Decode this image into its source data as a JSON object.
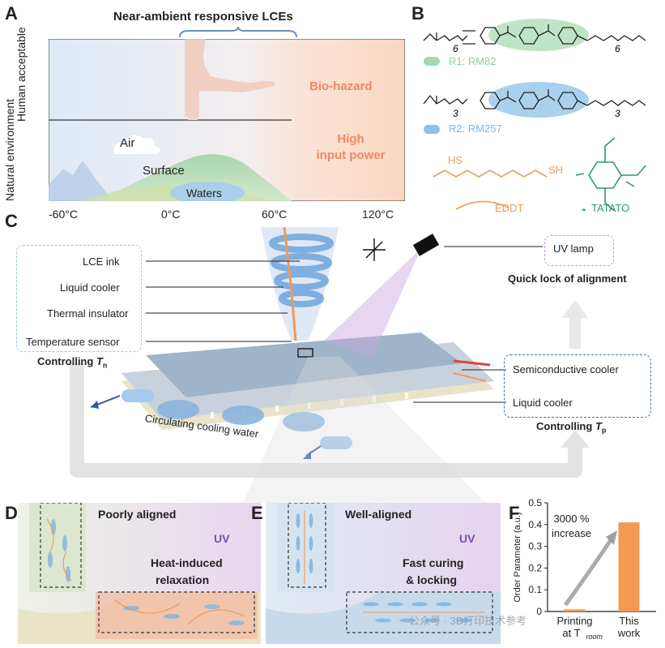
{
  "panels": {
    "A": {
      "letter": "A",
      "title": "Near-ambient responsive LCEs",
      "y_top": "Human acceptable",
      "y_bottom": "Natural environment",
      "ticks": [
        "-60°C",
        "0°C",
        "60°C",
        "120°C"
      ],
      "biohazard": "Bio-hazard",
      "high_power": [
        "High",
        "input power"
      ],
      "air": "Air",
      "surface": "Surface",
      "waters": "Waters"
    },
    "B": {
      "letter": "B",
      "r1": "R1: RM82",
      "r2": "R2: RM257",
      "eddt": "EDDT",
      "tatato": "TATATO",
      "hs": "HS",
      "sh": "SH",
      "sub6a": "6",
      "sub6b": "6",
      "sub3a": "3",
      "sub3b": "3"
    },
    "C": {
      "letter": "C",
      "left_labels": [
        "LCE ink",
        "Liquid cooler",
        "Thermal insulator",
        "Temperature sensor"
      ],
      "controlling_tn": "Controlling",
      "tn_sym": "T",
      "tn_sub": "n",
      "uv_lamp": "UV lamp",
      "quick_lock": "Quick lock of alignment",
      "right_labels": [
        "Semiconductive cooler",
        "Liquid cooler"
      ],
      "controlling_tp": "Controlling",
      "tp_sym": "T",
      "tp_sub": "p",
      "circulating": "Circulating cooling water"
    },
    "D": {
      "letter": "D",
      "poorly": "Poorly aligned",
      "uv": "UV",
      "heat": [
        "Heat-induced",
        "relaxation"
      ]
    },
    "E": {
      "letter": "E",
      "well": "Well-aligned",
      "uv": "UV",
      "fast": [
        "Fast curing",
        "& locking"
      ]
    },
    "F": {
      "letter": "F",
      "annotation": [
        "3000 %",
        "increase"
      ],
      "watermark": "公众号 · 3D打印技术参考"
    }
  },
  "colors": {
    "green": "#a7d8b0",
    "blue": "#8fc1e6",
    "orange": "#ef9a58",
    "salmon": "#f4a98a",
    "dash_blue": "#4e72a8",
    "dash_purple": "#c79adb",
    "teal": "#2a9a6a"
  },
  "chart_data": {
    "type": "bar",
    "categories": [
      "Printing at T_room",
      "This work"
    ],
    "category_lines": [
      [
        "Printing",
        "at T",
        "room"
      ],
      [
        "This",
        "work"
      ]
    ],
    "values": [
      0.01,
      0.41
    ],
    "ylabel": "Order Parameter (a.u.)",
    "ylim": [
      0,
      0.5
    ],
    "yticks": [
      "0",
      "0.1",
      "0.2",
      "0.3",
      "0.4",
      "0.5"
    ],
    "bar_color": "#f39a52"
  }
}
